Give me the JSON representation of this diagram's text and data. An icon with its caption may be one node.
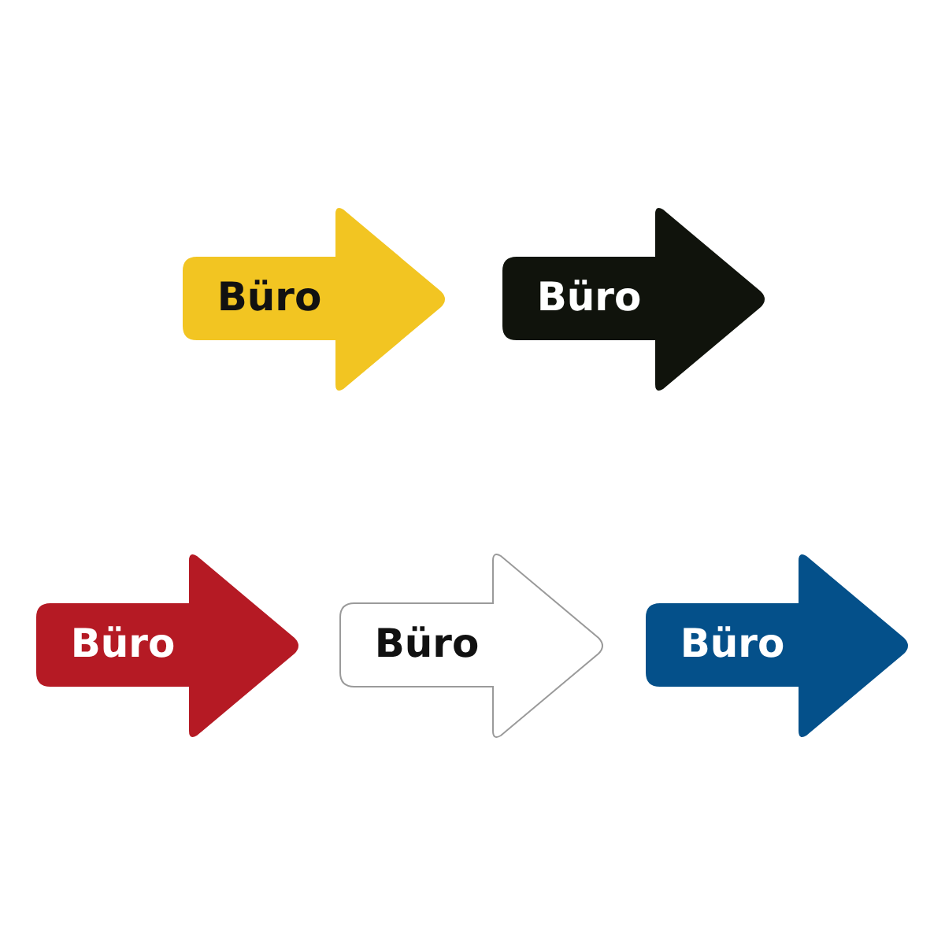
{
  "diagram": {
    "nodes": [
      {
        "text": [
          "Büro"
        ]
      },
      {
        "text": [
          "Büro"
        ]
      },
      {
        "text": [
          "Büro"
        ]
      },
      {
        "text": [
          "Büro"
        ]
      },
      {
        "text": [
          "Büro"
        ]
      }
    ]
  }
}
